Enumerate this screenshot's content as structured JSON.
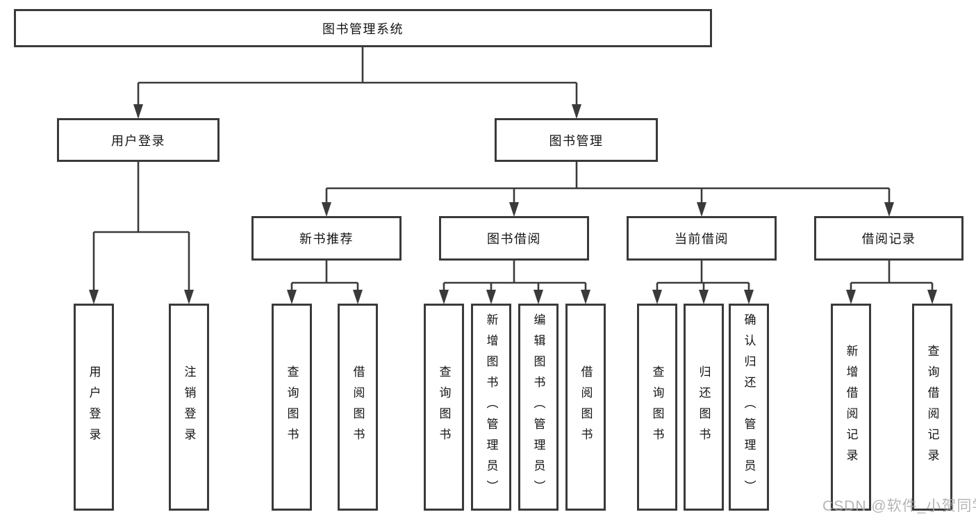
{
  "diagram": {
    "root": {
      "label": "图书管理系统"
    },
    "branches": [
      {
        "label": "用户登录",
        "children": [
          {
            "label": "用户登录"
          },
          {
            "label": "注销登录"
          }
        ]
      },
      {
        "label": "图书管理",
        "children": [
          {
            "label": "新书推荐",
            "children": [
              {
                "label": "查询图书"
              },
              {
                "label": "借阅图书"
              }
            ]
          },
          {
            "label": "图书借阅",
            "children": [
              {
                "label": "查询图书"
              },
              {
                "label": "新增图书（管理员）"
              },
              {
                "label": "编辑图书（管理员）"
              },
              {
                "label": "借阅图书"
              }
            ]
          },
          {
            "label": "当前借阅",
            "children": [
              {
                "label": "查询图书"
              },
              {
                "label": "归还图书"
              },
              {
                "label": "确认归还（管理员）"
              }
            ]
          },
          {
            "label": "借阅记录",
            "children": [
              {
                "label": "新增借阅记录"
              },
              {
                "label": "查询借阅记录"
              }
            ]
          }
        ]
      }
    ]
  },
  "watermark": {
    "text": "CSDN @软件_小贺同学"
  },
  "colors": {
    "line": "#3a3a3a",
    "text": "#141414",
    "background": "#ffffff",
    "watermark": "#a9a9a9"
  }
}
